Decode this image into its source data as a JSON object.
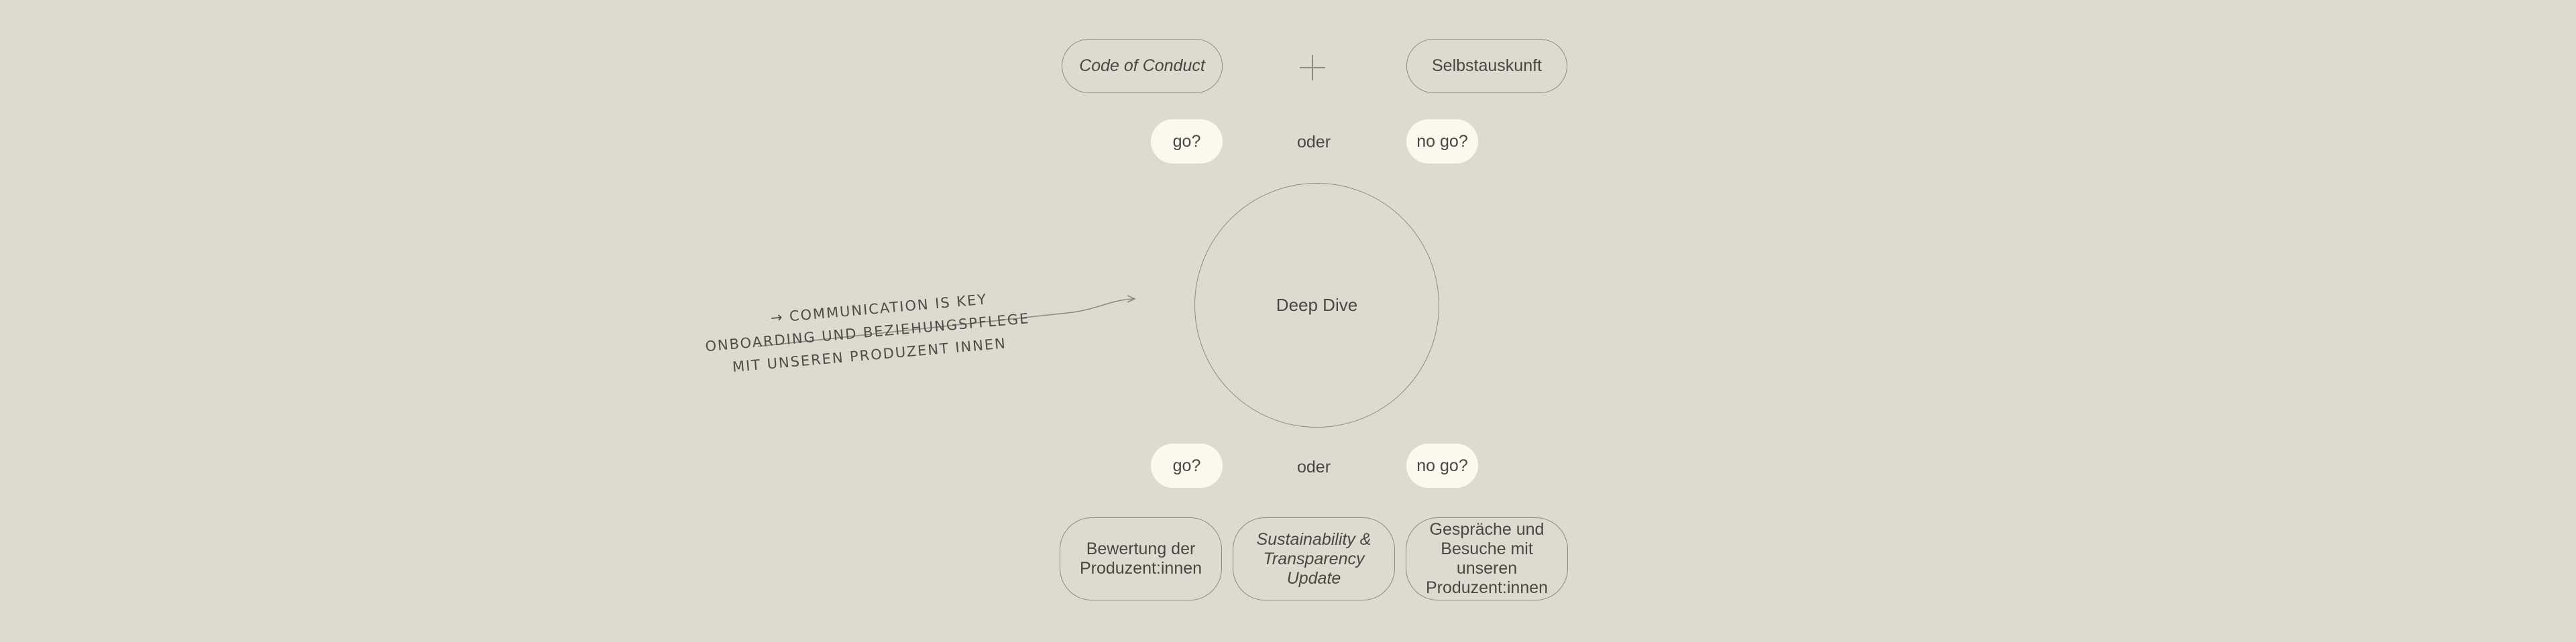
{
  "top_row": {
    "left_pill": "Code of Conduct",
    "right_pill": "Selbstauskunft",
    "plus_icon": "plus-icon"
  },
  "upper_decision": {
    "go": "go?",
    "oder": "oder",
    "no_go": "no go?"
  },
  "center": {
    "label": "Deep Dive"
  },
  "lower_decision": {
    "go": "go?",
    "oder": "oder",
    "no_go": "no go?"
  },
  "bottom_row": {
    "left_pill": "Bewertung der Produzent:innen",
    "middle_pill": "Sustainability & Transparency Update",
    "right_pill": "Gespräche und Besuche mit unseren Produzent:innen"
  },
  "annotation": {
    "line1": "→ COMMUNICATION IS KEY",
    "line2": "ONBOARDING UND BEZIEHUNGSPFLEGE",
    "line3": "MIT UNSEREN PRODUZENT INNEN"
  },
  "colors": {
    "background": "#dddbcf",
    "stroke": "#8e8a83",
    "chip": "#fbf9ee",
    "text": "#4a4642"
  }
}
